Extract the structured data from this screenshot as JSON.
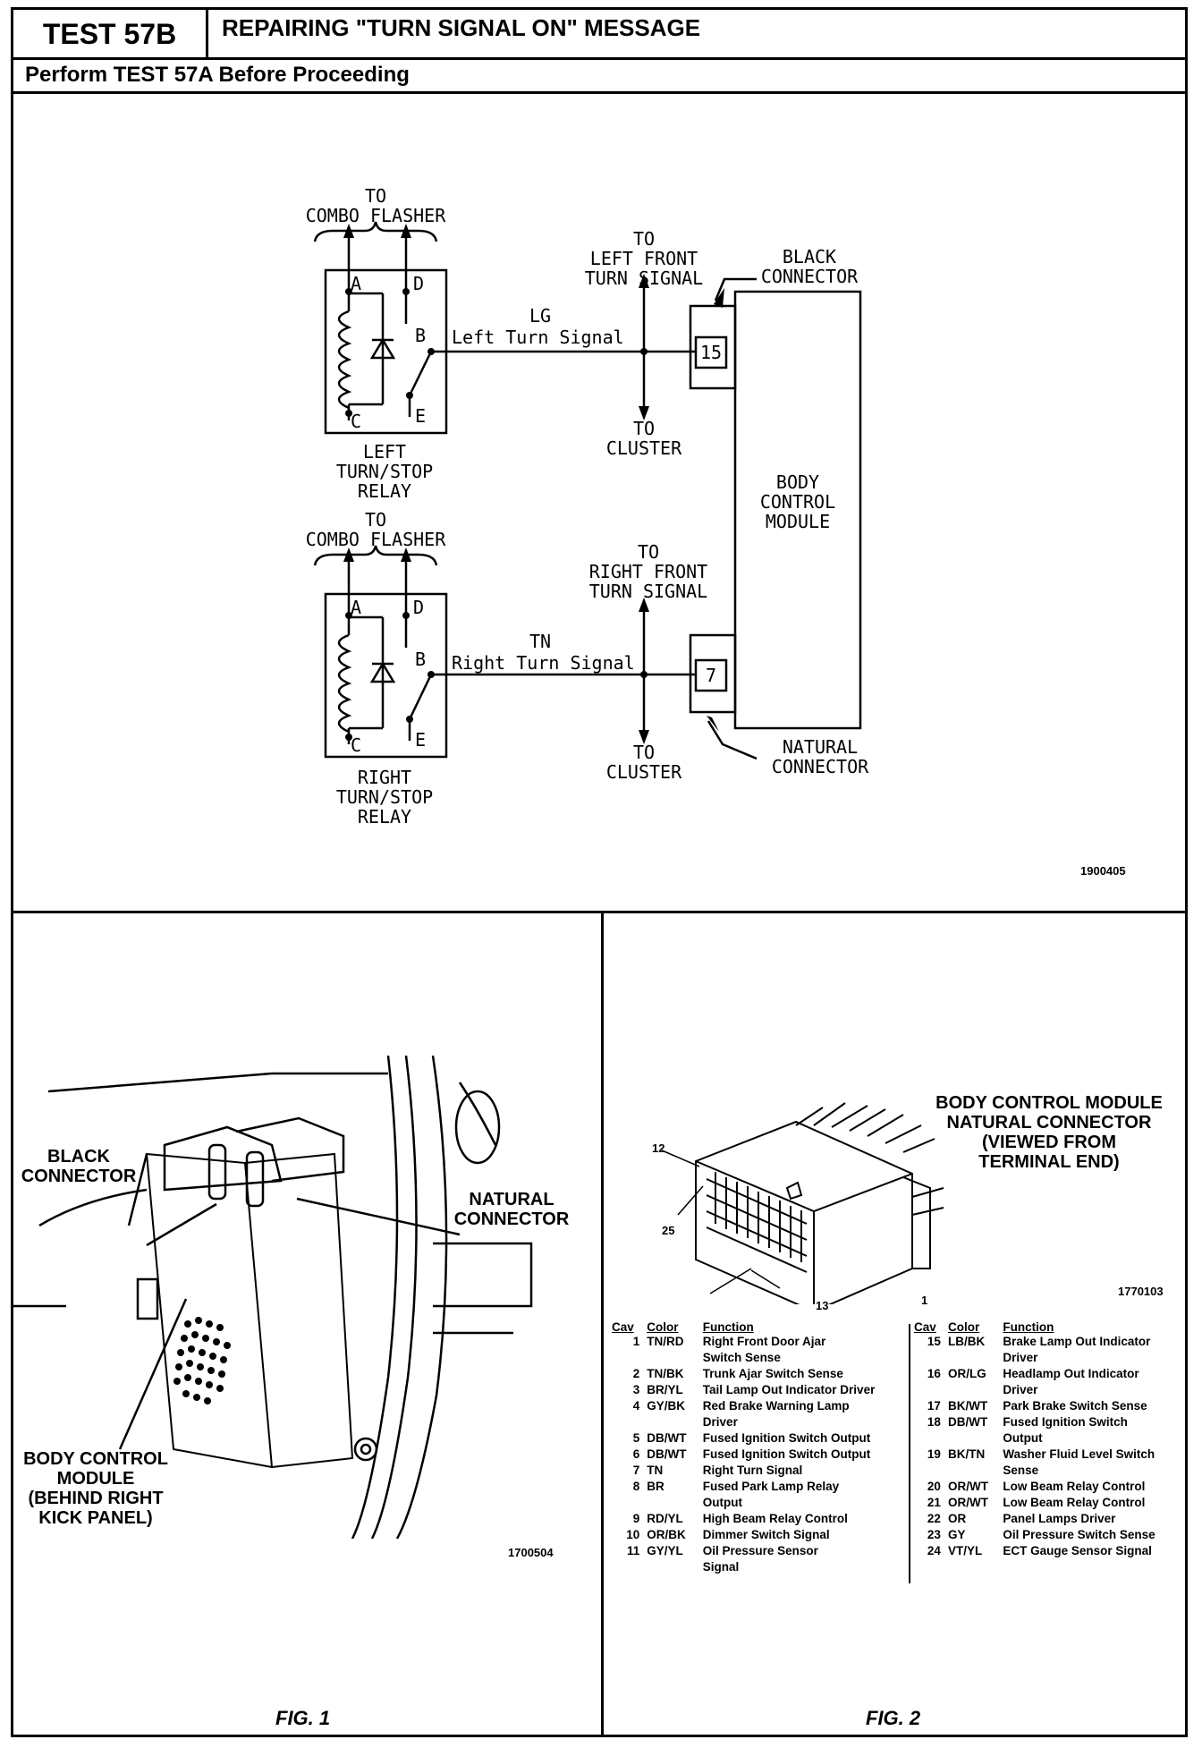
{
  "header": {
    "test_id": "TEST 57B",
    "title": "REPAIRING \"TURN SIGNAL ON\" MESSAGE",
    "subtitle": "Perform TEST 57A Before Proceeding"
  },
  "schematic": {
    "to_combo_flasher_top": "TO\nCOMBO FLASHER",
    "to_combo_flasher_bottom": "TO\nCOMBO FLASHER",
    "to_left_front": "TO\nLEFT FRONT\nTURN SIGNAL",
    "to_right_front": "TO\nRIGHT FRONT\nTURN SIGNAL",
    "to_cluster_top": "TO\nCLUSTER",
    "to_cluster_bottom": "TO\nCLUSTER",
    "black_connector": "BLACK\nCONNECTOR",
    "natural_connector": "NATURAL\nCONNECTOR",
    "bcm": "BODY\nCONTROL\nMODULE",
    "left_relay": "LEFT\nTURN/STOP\nRELAY",
    "right_relay": "RIGHT\nTURN/STOP\nRELAY",
    "left_wire_color": "LG",
    "left_wire_name": "Left Turn Signal",
    "right_wire_color": "TN",
    "right_wire_name": "Right Turn Signal",
    "left_pin": "15",
    "right_pin": "7",
    "terminals": {
      "a": "A",
      "b": "B",
      "c": "C",
      "d": "D",
      "e": "E"
    },
    "code": "1900405"
  },
  "fig1": {
    "black_connector": "BLACK\nCONNECTOR",
    "natural_connector": "NATURAL\nCONNECTOR",
    "bcm": "BODY CONTROL\nMODULE\n(BEHIND RIGHT\nKICK PANEL)",
    "code": "1700504",
    "label": "FIG. 1"
  },
  "fig2": {
    "title": "BODY CONTROL MODULE\nNATURAL CONNECTOR\n(VIEWED FROM\nTERMINAL END)",
    "pin12": "12",
    "pin25": "25",
    "pin13": "13",
    "pin1": "1",
    "code": "1770103",
    "label": "FIG. 2",
    "headers": [
      "Cav",
      "Color",
      "Function"
    ],
    "left_rows": [
      [
        "1",
        "TN/RD",
        "Right Front Door Ajar\n      Switch Sense"
      ],
      [
        "2",
        "TN/BK",
        "Trunk Ajar Switch Sense"
      ],
      [
        "3",
        "BR/YL",
        "Tail Lamp Out Indicator Driver"
      ],
      [
        "4",
        "GY/BK",
        "Red Brake Warning Lamp\n      Driver"
      ],
      [
        "5",
        "DB/WT",
        "Fused Ignition Switch Output"
      ],
      [
        "6",
        "DB/WT",
        "Fused Ignition Switch Output"
      ],
      [
        "7",
        "TN",
        "Right Turn Signal"
      ],
      [
        "8",
        "BR",
        "Fused Park Lamp Relay\n      Output"
      ],
      [
        "9",
        "RD/YL",
        "High Beam Relay Control"
      ],
      [
        "10",
        "OR/BK",
        "Dimmer Switch Signal"
      ],
      [
        "11",
        "GY/YL",
        "Oil Pressure Sensor\n      Signal"
      ]
    ],
    "right_rows": [
      [
        "15",
        "LB/BK",
        "Brake Lamp Out Indicator\n      Driver"
      ],
      [
        "16",
        "OR/LG",
        "Headlamp Out Indicator\n      Driver"
      ],
      [
        "17",
        "BK/WT",
        "Park Brake Switch Sense"
      ],
      [
        "18",
        "DB/WT",
        "Fused Ignition Switch\n      Output"
      ],
      [
        "19",
        "BK/TN",
        "Washer Fluid Level Switch\n      Sense"
      ],
      [
        "20",
        "OR/WT",
        "Low Beam Relay Control"
      ],
      [
        "21",
        "OR/WT",
        "Low Beam Relay Control"
      ],
      [
        "22",
        "OR",
        "Panel Lamps Driver"
      ],
      [
        "23",
        "GY",
        "Oil Pressure Switch Sense"
      ],
      [
        "24",
        "VT/YL",
        "ECT Gauge Sensor Signal"
      ]
    ]
  }
}
